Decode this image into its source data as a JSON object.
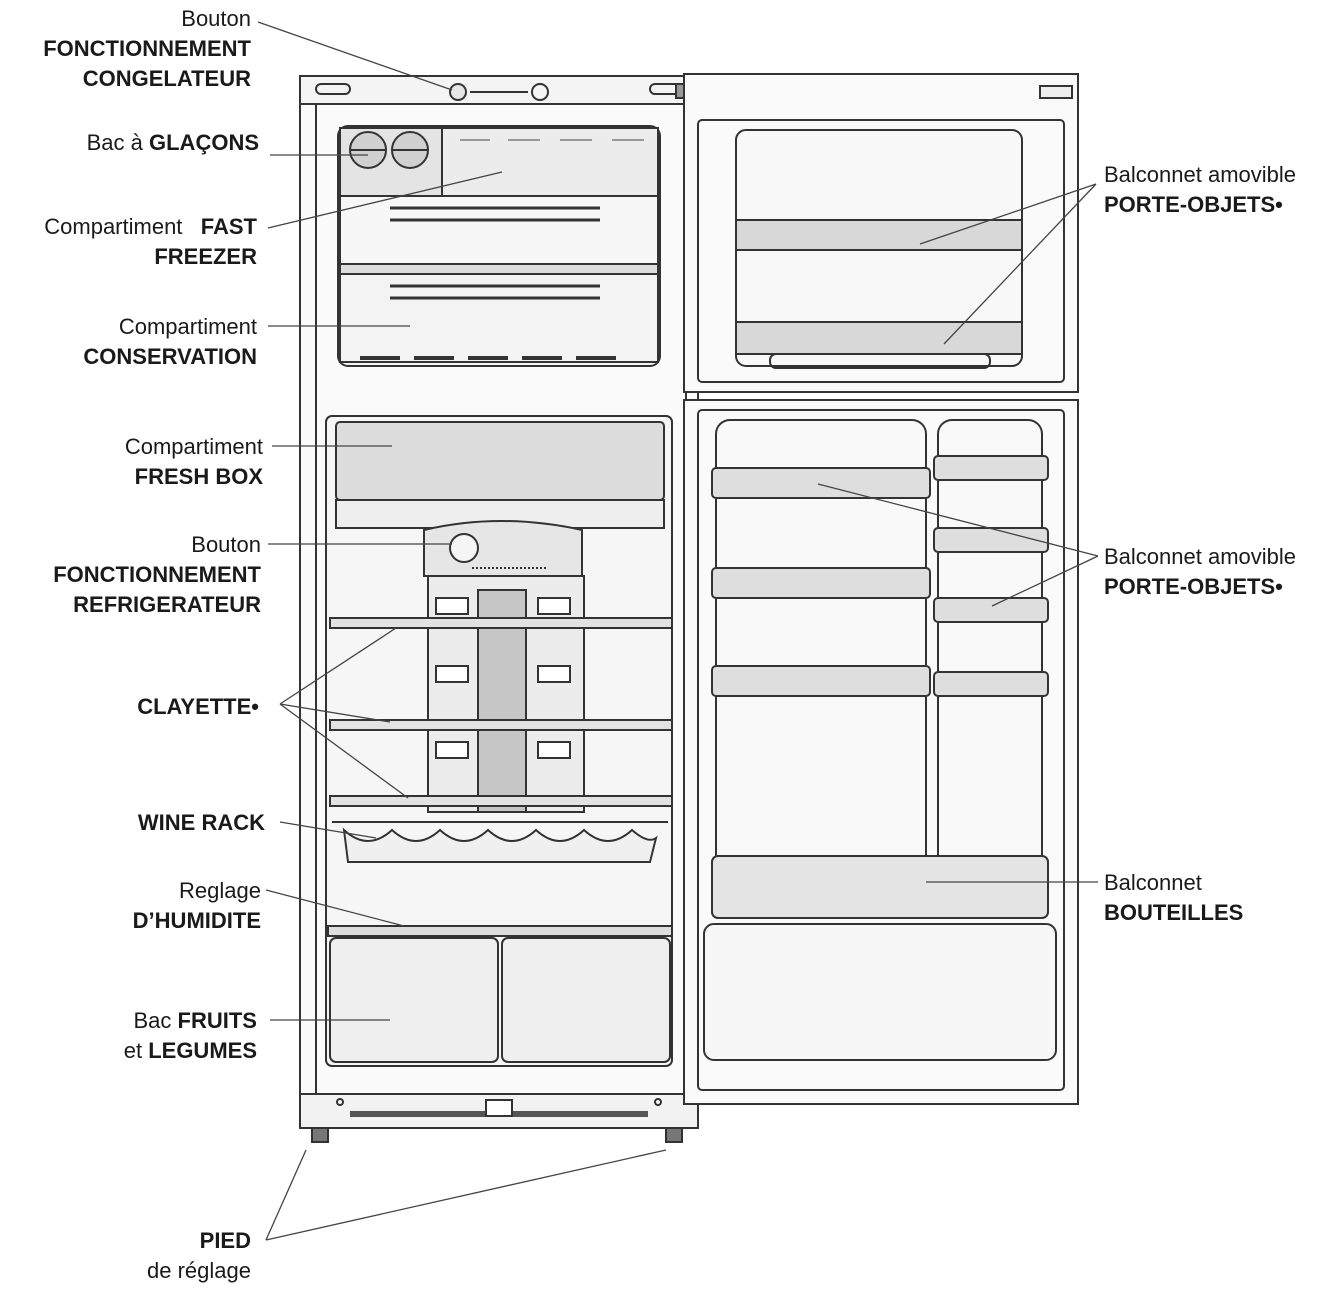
{
  "labels": {
    "freezer_button": {
      "line1": "Bouton",
      "line2a": "FONCTIONNEMENT",
      "line2b": "CONGELATEUR"
    },
    "ice_tray": {
      "prefix": "Bac à",
      "bold": "GLAÇONS"
    },
    "fast_freezer": {
      "prefix": "Compartiment",
      "bold1": "FAST",
      "bold2": "FREEZER"
    },
    "conservation": {
      "line1": "Compartiment",
      "bold": "CONSERVATION"
    },
    "fresh_box": {
      "line1": "Compartiment",
      "bold": "FRESH BOX"
    },
    "fridge_button": {
      "line1": "Bouton",
      "bold1": "FONCTIONNEMENT",
      "bold2": "REFRIGERATEUR"
    },
    "shelf": {
      "bold": "CLAYETTE•"
    },
    "wine_rack": {
      "bold": "WINE RACK"
    },
    "humidity": {
      "line1": "Reglage",
      "bold": "D’HUMIDITE"
    },
    "crisper": {
      "prefix1": "Bac",
      "bold1": "FRUITS",
      "prefix2": "et",
      "bold2": "LEGUMES"
    },
    "foot": {
      "bold": "PIED",
      "line2": "de réglage"
    },
    "freezer_door_balcony": {
      "line1": "Balconnet amovible",
      "bold": "PORTE-OBJETS•"
    },
    "fridge_door_balcony": {
      "line1": "Balconnet amovible",
      "bold": "PORTE-OBJETS•"
    },
    "bottle_balcony": {
      "line1": "Balconnet",
      "bold": "BOUTEILLES"
    }
  },
  "colors": {
    "line": "#333333",
    "fill_light": "#f2f2f2",
    "fill_mid": "#dcdcdc",
    "fill_dark": "#b8b8b8"
  }
}
